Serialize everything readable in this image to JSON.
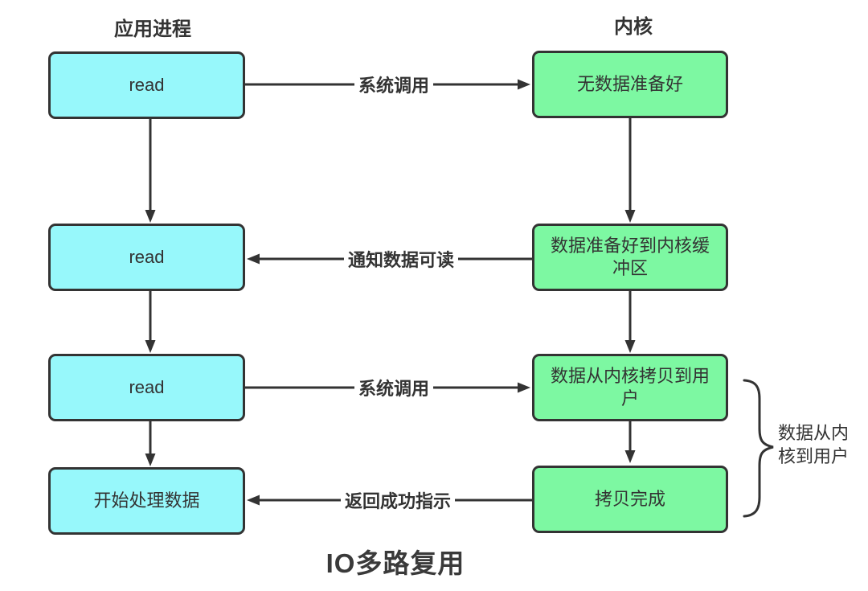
{
  "diagram": {
    "title": "IO多路复用",
    "left_column_header": "应用进程",
    "right_column_header": "内核",
    "app_nodes": [
      {
        "label": "read"
      },
      {
        "label": "read"
      },
      {
        "label": "read"
      },
      {
        "label": "开始处理数据"
      }
    ],
    "kernel_nodes": [
      {
        "label": "无数据准备好"
      },
      {
        "label": "数据准备好到内核缓冲区"
      },
      {
        "label": "数据从内核拷贝到用户"
      },
      {
        "label": "拷贝完成"
      }
    ],
    "edge_labels": [
      {
        "label": "系统调用"
      },
      {
        "label": "通知数据可读"
      },
      {
        "label": "系统调用"
      },
      {
        "label": "返回成功指示"
      }
    ],
    "brace_label": "数据从内核到用户",
    "colors": {
      "app_node_fill": "#97F8FB",
      "kernel_node_fill": "#7DF8A2",
      "stroke": "#333333",
      "text": "#333333",
      "background": "#FFFFFF"
    }
  }
}
